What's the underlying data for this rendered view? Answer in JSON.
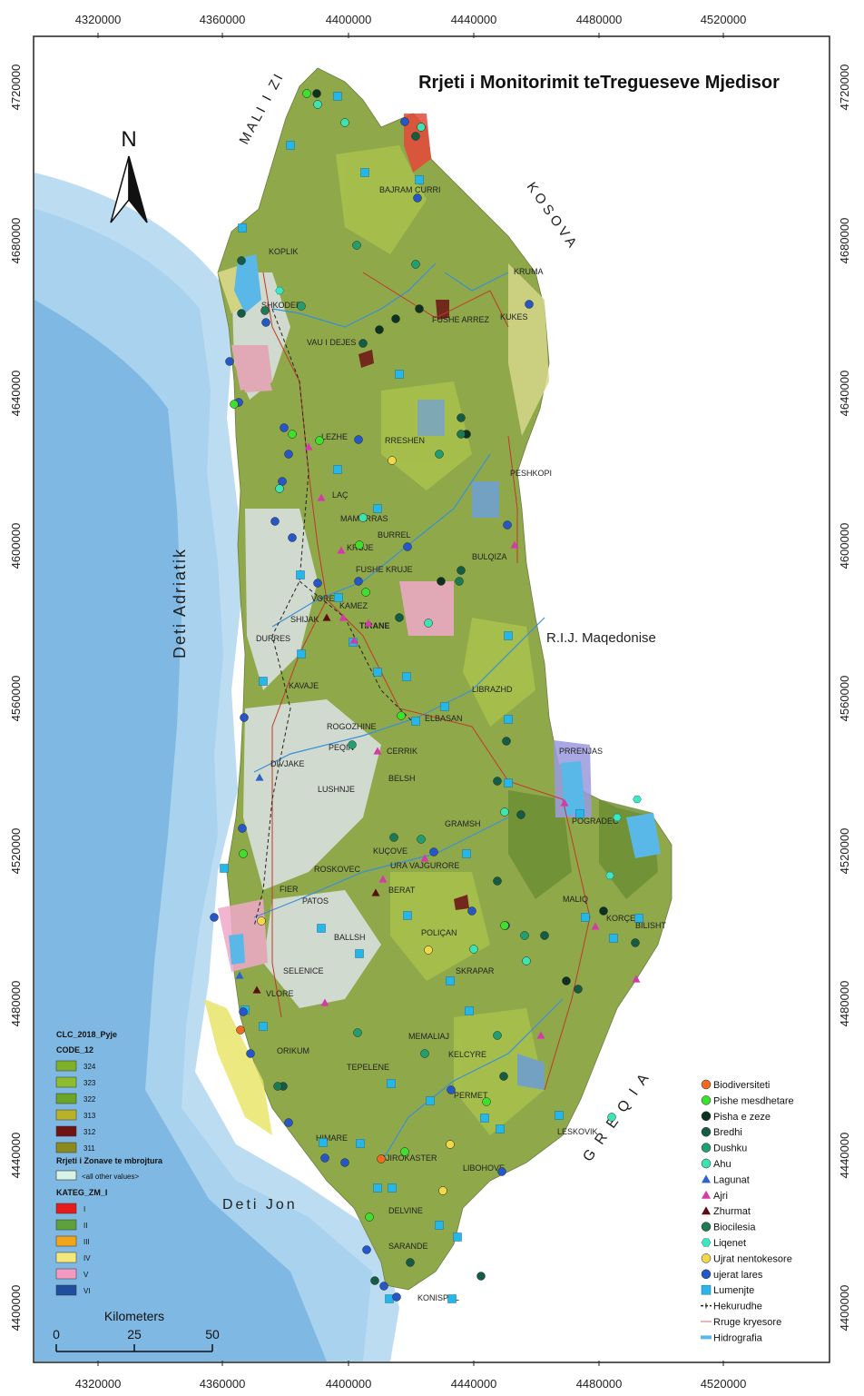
{
  "title": "Rrjeti i Monitorimit teTregueseve Mjedisor",
  "north_label": "N",
  "x_ticks": [
    "4320000",
    "4360000",
    "4400000",
    "4440000",
    "4480000",
    "4520000"
  ],
  "y_ticks": [
    "4720000",
    "4680000",
    "4640000",
    "4600000",
    "4560000",
    "4520000",
    "4480000",
    "4440000",
    "4400000"
  ],
  "regions": {
    "mali_i_zi": "MALI I ZI",
    "kosova": "K O S O V A",
    "deti_adriatik": "Deti Adriatik",
    "maqedonise": "R.I.J. Maqedonise",
    "greqia": "G R E Q I A",
    "deti_jon": "Deti  Jon"
  },
  "cities": [
    "BAJRAM CURRI",
    "KOPLIK",
    "SHKODER",
    "VAU I DEJES",
    "FUSHE ARREZ",
    "KUKES",
    "KRUMA",
    "LEZHE",
    "RRESHEN",
    "LAÇ",
    "PESHKOPI",
    "MAMURRAS",
    "BURREL",
    "KRUJE",
    "FUSHE KRUJE",
    "BULQIZA",
    "DURRES",
    "SHIJAK",
    "VORE",
    "KAMEZ",
    "TIRANE",
    "KAVAJE",
    "LIBRAZHD",
    "ROGOZHINE",
    "ELBASAN",
    "CERRIK",
    "PEQIN",
    "PRRENJAS",
    "DIVJAKE",
    "BELSH",
    "LUSHNJE",
    "GRAMSH",
    "POGRADEC",
    "KUÇOVE",
    "URA VAJGURORE",
    "ROSKOVEC",
    "FIER",
    "BERAT",
    "PATOS",
    "MALIQ",
    "KORÇE",
    "BILISHT",
    "BALLSH",
    "POLIÇAN",
    "SELENICE",
    "SKRAPAR",
    "VLORE",
    "ORIKUM",
    "MEMALIAJ",
    "KELCYRE",
    "TEPELENE",
    "PERMET",
    "LESKOVIK",
    "HIMARE",
    "GJIROKASTER",
    "LIBOHOVE",
    "DELVINE",
    "SARANDE",
    "KONISPOL"
  ],
  "legend_left": {
    "layer1": "CLC_2018_Pyje",
    "layer1_field": "CODE_12",
    "clc_classes": [
      {
        "code": "324",
        "color": "#7fb02a"
      },
      {
        "code": "323",
        "color": "#8bbd2f"
      },
      {
        "code": "322",
        "color": "#6aa528"
      },
      {
        "code": "313",
        "color": "#b7b22a"
      },
      {
        "code": "312",
        "color": "#6e1414"
      },
      {
        "code": "311",
        "color": "#8a8a1e"
      }
    ],
    "layer2": "Rrjeti i Zonave te mbrojtura",
    "layer2_all": "<all other values>",
    "layer3": "KATEG_ZM_I",
    "zm_classes": [
      {
        "code": "I",
        "color": "#e41a1c"
      },
      {
        "code": "II",
        "color": "#5ea03b"
      },
      {
        "code": "III",
        "color": "#f2a51a"
      },
      {
        "code": "IV",
        "color": "#f5e87a"
      },
      {
        "code": "V",
        "color": "#f29ac2"
      },
      {
        "code": "VI",
        "color": "#1f4e9e"
      }
    ]
  },
  "scalebar": {
    "unit": "Kilometers",
    "ticks": [
      "0",
      "25",
      "50"
    ]
  },
  "legend_right": [
    {
      "label": "Biodiversiteti",
      "symbol": "circle",
      "color": "#f06a22"
    },
    {
      "label": "Pishe mesdhetare",
      "symbol": "circle",
      "color": "#3ee02e"
    },
    {
      "label": "Pisha e zeze",
      "symbol": "circle",
      "color": "#0d3320"
    },
    {
      "label": "Bredhi",
      "symbol": "circle",
      "color": "#155c45"
    },
    {
      "label": "Dushku",
      "symbol": "circle",
      "color": "#229f70"
    },
    {
      "label": "Ahu",
      "symbol": "circle",
      "color": "#3ee3b2"
    },
    {
      "label": "Lagunat",
      "symbol": "triangle",
      "color": "#2f62c8"
    },
    {
      "label": "Ajri",
      "symbol": "triangle",
      "color": "#d43aa8"
    },
    {
      "label": "Zhurmat",
      "symbol": "triangle",
      "color": "#5a0d12"
    },
    {
      "label": "Biocilesia",
      "symbol": "circle",
      "color": "#1e7a52"
    },
    {
      "label": "Liqenet",
      "symbol": "hexagon",
      "color": "#3ee8bf"
    },
    {
      "label": "Ujrat nentokesore",
      "symbol": "circle",
      "color": "#f1d84a"
    },
    {
      "label": "ujerat lares",
      "symbol": "circle",
      "color": "#2657c8"
    },
    {
      "label": "Lumenjte",
      "symbol": "square",
      "color": "#26b6e8"
    },
    {
      "label": "Hekurudhe",
      "symbol": "rail",
      "color": "#222222"
    },
    {
      "label": "Rruge kryesore",
      "symbol": "line",
      "color": "#e0a0a0"
    },
    {
      "label": "Hidrografia",
      "symbol": "water",
      "color": "#5ab8e8"
    }
  ]
}
